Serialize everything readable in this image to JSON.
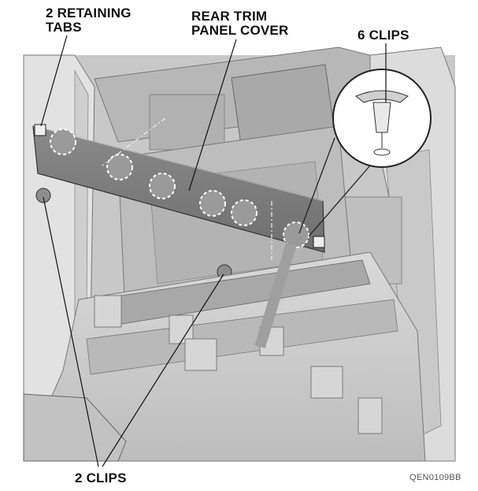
{
  "callouts": {
    "retaining_tabs": [
      "2 RETAINING",
      "TABS"
    ],
    "rear_trim_cover": [
      "REAR TRIM",
      "PANEL COVER"
    ],
    "six_clips": "6 CLIPS",
    "two_clips": "2 CLIPS"
  },
  "figure_code": "QEN0109BB"
}
